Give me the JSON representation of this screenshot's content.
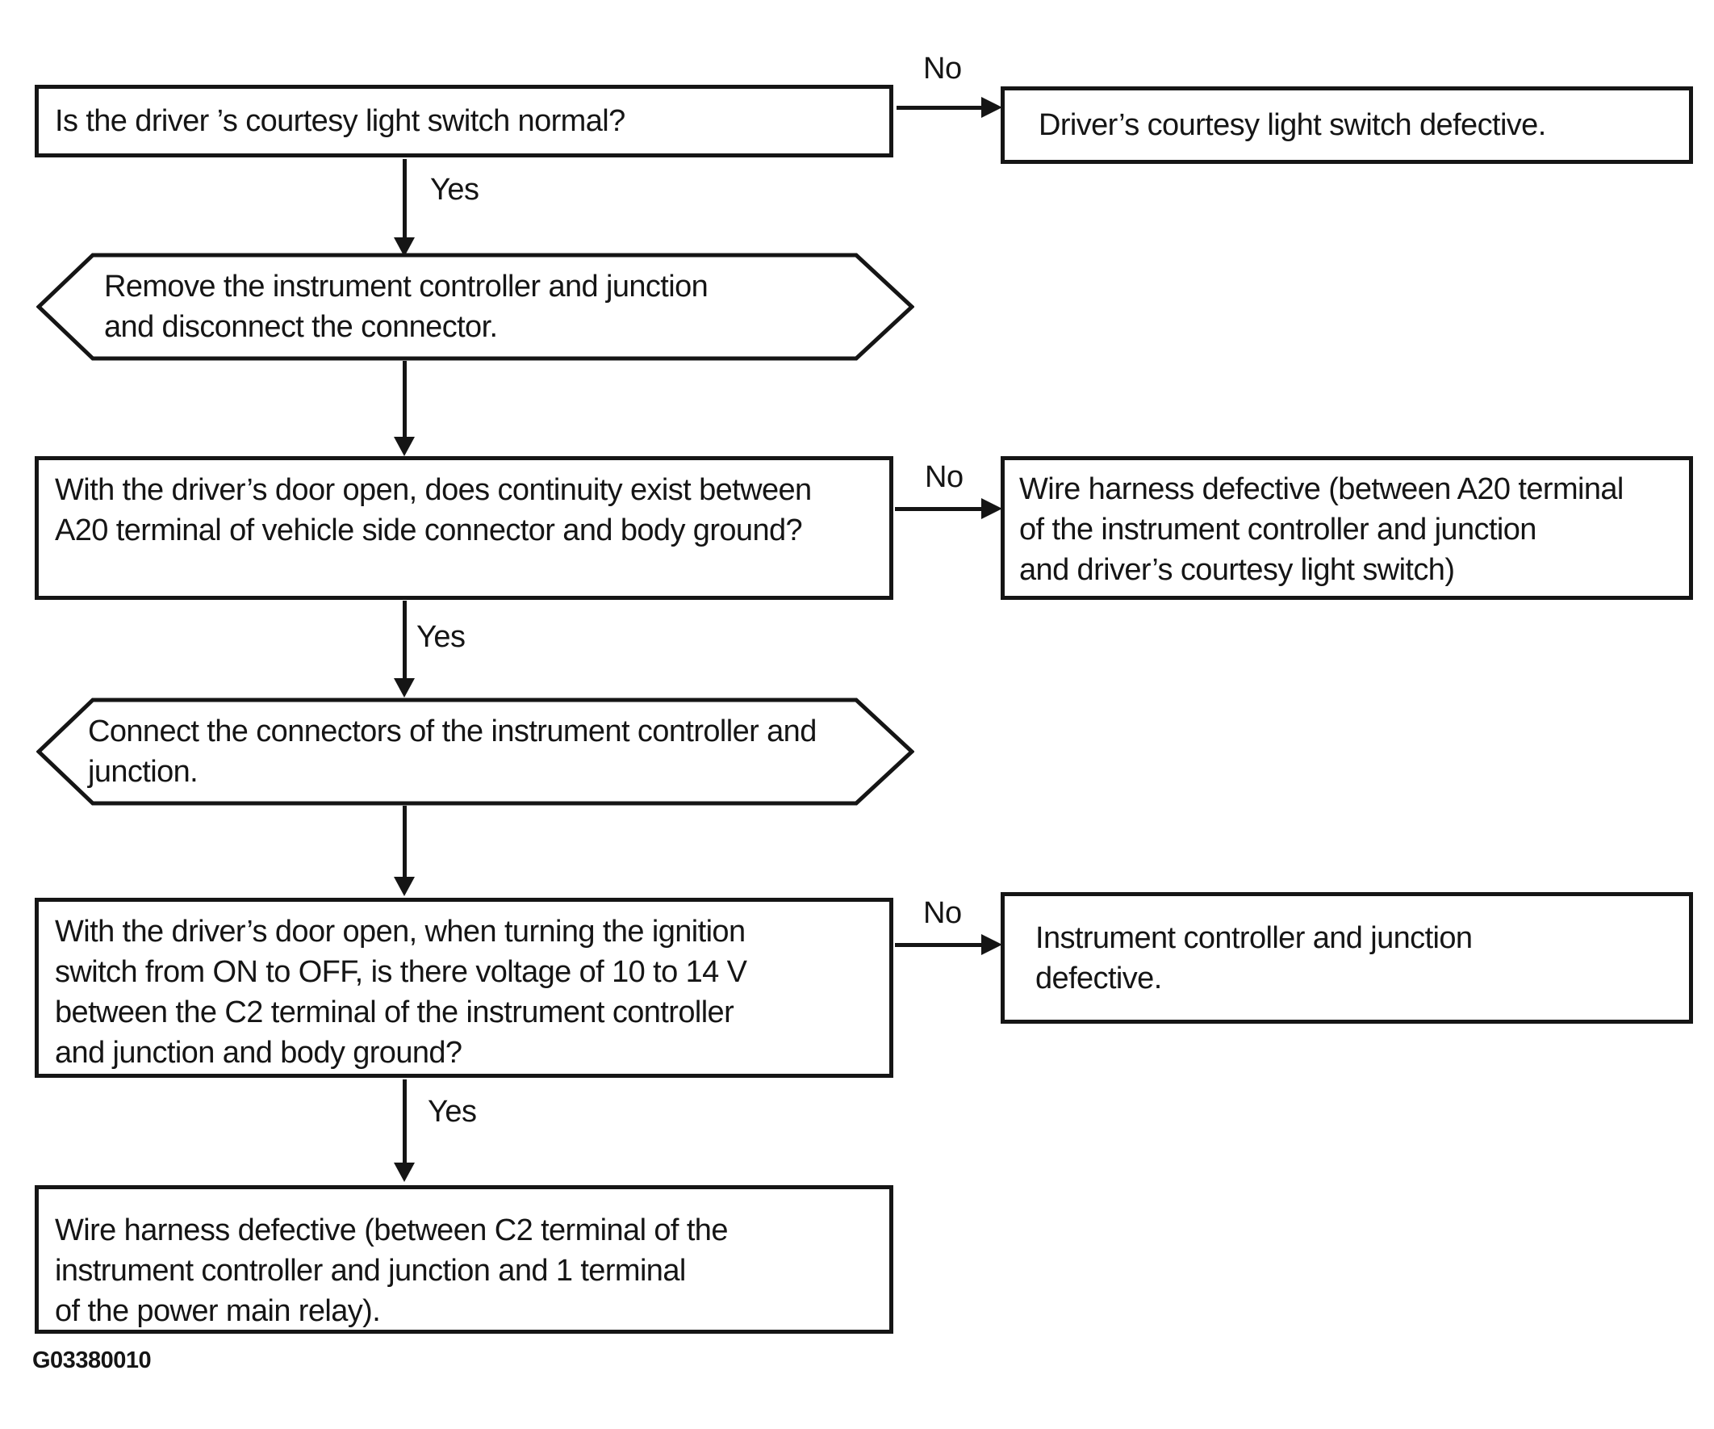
{
  "figure": {
    "code": "G03380010"
  },
  "edge_labels": {
    "yes": "Yes",
    "no": "No"
  },
  "colors": {
    "ink": "#151515",
    "background": "#ffffff"
  },
  "nodes": {
    "q1": {
      "type": "question-rect",
      "lines": [
        "Is the driver ’s courtesy light switch normal?"
      ]
    },
    "r1": {
      "type": "result-rect",
      "lines": [
        "Driver’s courtesy light switch defective."
      ]
    },
    "a1": {
      "type": "action-hexagon",
      "lines": [
        "Remove the instrument controller and junction",
        "and disconnect the connector."
      ]
    },
    "q2": {
      "type": "question-rect",
      "lines": [
        "With the driver’s door open, does continuity exist between",
        "A20 terminal of vehicle side connector and body ground?"
      ]
    },
    "r2": {
      "type": "result-rect",
      "lines": [
        "Wire harness defective (between A20 terminal",
        "of the instrument controller and junction",
        "and driver’s courtesy light switch)"
      ]
    },
    "a2": {
      "type": "action-hexagon",
      "lines": [
        "Connect the connectors of the instrument controller and",
        "junction."
      ]
    },
    "q3": {
      "type": "question-rect",
      "lines": [
        "With the driver’s door open, when turning the ignition",
        "switch from ON to OFF, is there voltage of 10 to 14 V",
        "between the C2 terminal of the instrument controller",
        "and junction and body ground?"
      ]
    },
    "r3": {
      "type": "result-rect",
      "lines": [
        "Instrument controller and junction",
        "defective."
      ]
    },
    "end": {
      "type": "result-rect",
      "lines": [
        "Wire harness defective (between C2 terminal of the",
        "instrument controller and junction and 1 terminal",
        "of the power main relay)."
      ]
    }
  }
}
